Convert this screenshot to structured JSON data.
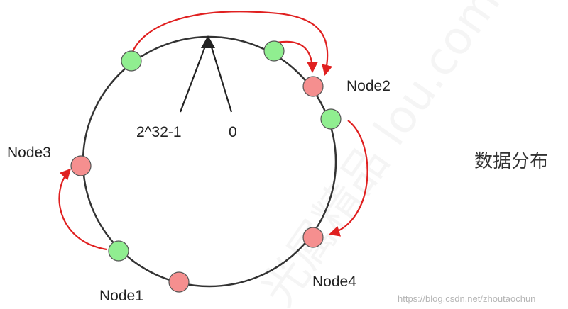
{
  "diagram": {
    "title_right": "数据分布",
    "ring_markers": {
      "max_label": "2^32-1",
      "zero_label": "0"
    },
    "nodes": [
      {
        "id": "node1",
        "label": "Node1",
        "color": "#f58f8f"
      },
      {
        "id": "node2",
        "label": "Node2",
        "color": "#f58f8f"
      },
      {
        "id": "node3",
        "label": "Node3",
        "color": "#f58f8f"
      },
      {
        "id": "node4",
        "label": "Node4",
        "color": "#f58f8f"
      }
    ],
    "data_points_color": "#90ee90",
    "arrow_color": "#e02020",
    "ring_color": "#333333"
  },
  "watermark": {
    "url": "https://blog.csdn.net/zhoutaochun",
    "overlay_text": "光属精品 lou.com"
  }
}
